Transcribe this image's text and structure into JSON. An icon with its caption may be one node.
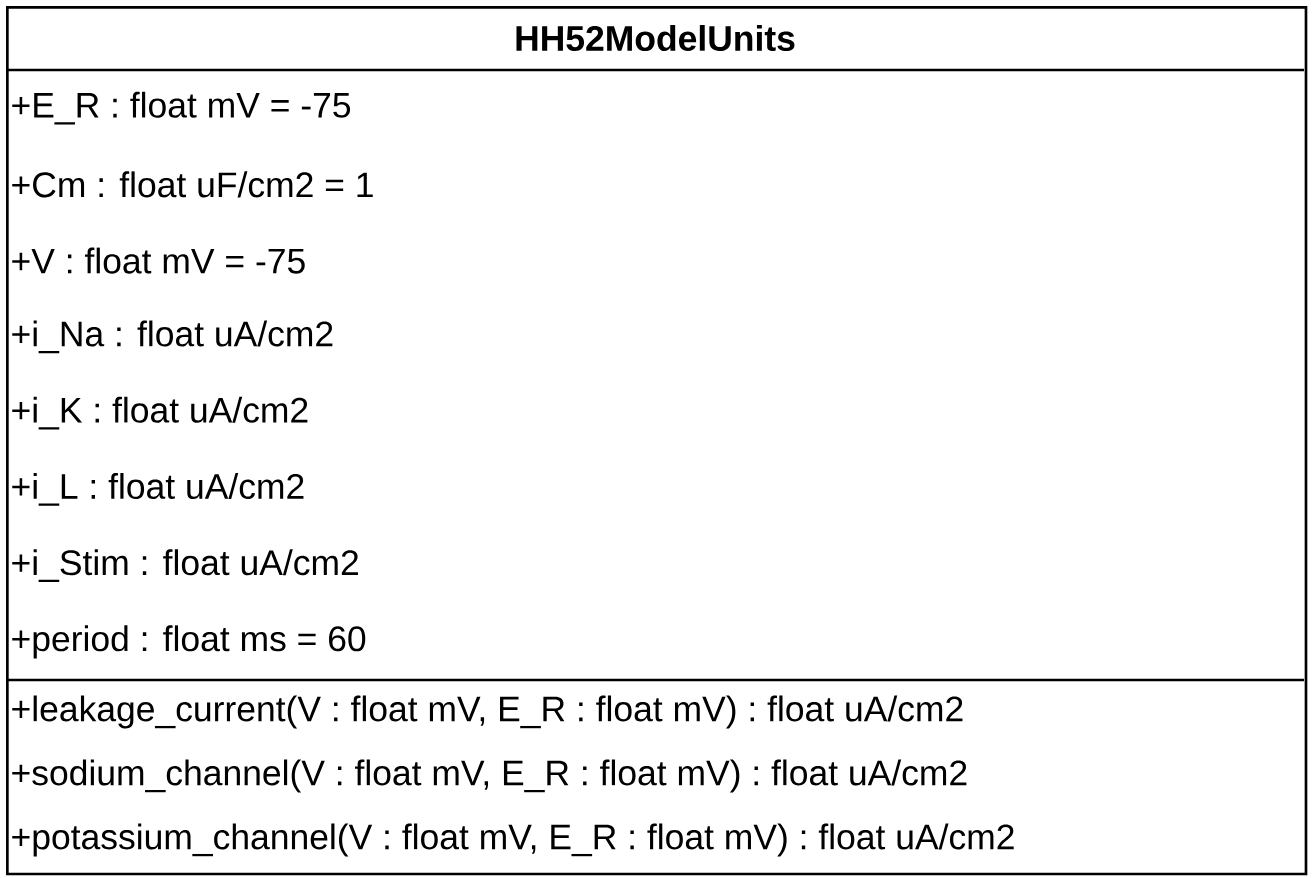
{
  "diagram": {
    "nodes": [
      {
        "text": [
          "HH52ModelUnits"
        ]
      },
      {
        "text": [
          "+E_R : float mV = -75",
          "+Cm : float uF/cm2 = 1",
          "+V : float mV = -75",
          "+i_Na : float uA/cm2",
          "+i_K : float uA/cm2",
          "+i_L : float uA/cm2",
          "+i_Stim : float uA/cm2",
          "+period : float ms = 60"
        ],
        "in": 0
      },
      {
        "text": [
          "+leakage_current(V : float mV, E_R : float mV) : float uA/cm2",
          "+sodium_channel(V : float mV, E_R : float mV) : float uA/cm2",
          "+potassium_channel(V : float mV, E_R : float mV) : float uA/cm2"
        ],
        "in": 0
      }
    ]
  }
}
